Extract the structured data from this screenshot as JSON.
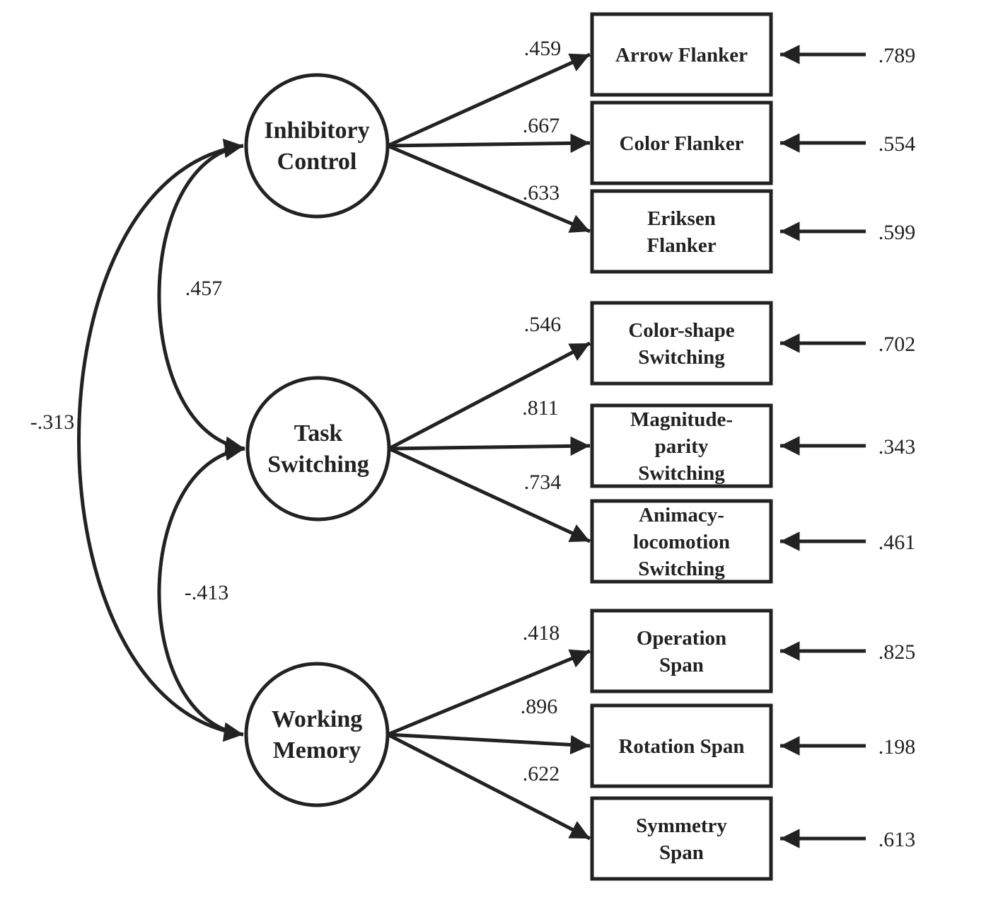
{
  "latents": [
    {
      "id": "ic",
      "lines": [
        "Inhibitory",
        "Control"
      ]
    },
    {
      "id": "ts",
      "lines": [
        "Task",
        "Switching"
      ]
    },
    {
      "id": "wm",
      "lines": [
        "Working",
        "Memory"
      ]
    }
  ],
  "indicators": [
    {
      "latent": "ic",
      "lines": [
        "Arrow Flanker"
      ],
      "loading": ".459",
      "residual": ".789"
    },
    {
      "latent": "ic",
      "lines": [
        "Color Flanker"
      ],
      "loading": ".667",
      "residual": ".554"
    },
    {
      "latent": "ic",
      "lines": [
        "Eriksen",
        "Flanker"
      ],
      "loading": ".633",
      "residual": ".599"
    },
    {
      "latent": "ts",
      "lines": [
        "Color-shape",
        "Switching"
      ],
      "loading": ".546",
      "residual": ".702"
    },
    {
      "latent": "ts",
      "lines": [
        "Magnitude-",
        "parity",
        "Switching"
      ],
      "loading": ".811",
      "residual": ".343"
    },
    {
      "latent": "ts",
      "lines": [
        "Animacy-",
        "locomotion",
        "Switching"
      ],
      "loading": ".734",
      "residual": ".461"
    },
    {
      "latent": "wm",
      "lines": [
        "Operation",
        "Span"
      ],
      "loading": ".418",
      "residual": ".825"
    },
    {
      "latent": "wm",
      "lines": [
        "Rotation Span"
      ],
      "loading": ".896",
      "residual": ".198"
    },
    {
      "latent": "wm",
      "lines": [
        "Symmetry",
        "Span"
      ],
      "loading": ".622",
      "residual": ".613"
    }
  ],
  "correlations": [
    {
      "from": "ic",
      "to": "ts",
      "value": ".457"
    },
    {
      "from": "ts",
      "to": "wm",
      "value": "-.413"
    },
    {
      "from": "ic",
      "to": "wm",
      "value": "-.313"
    }
  ],
  "colors": {
    "ink": "#222222",
    "background": "#ffffff"
  }
}
